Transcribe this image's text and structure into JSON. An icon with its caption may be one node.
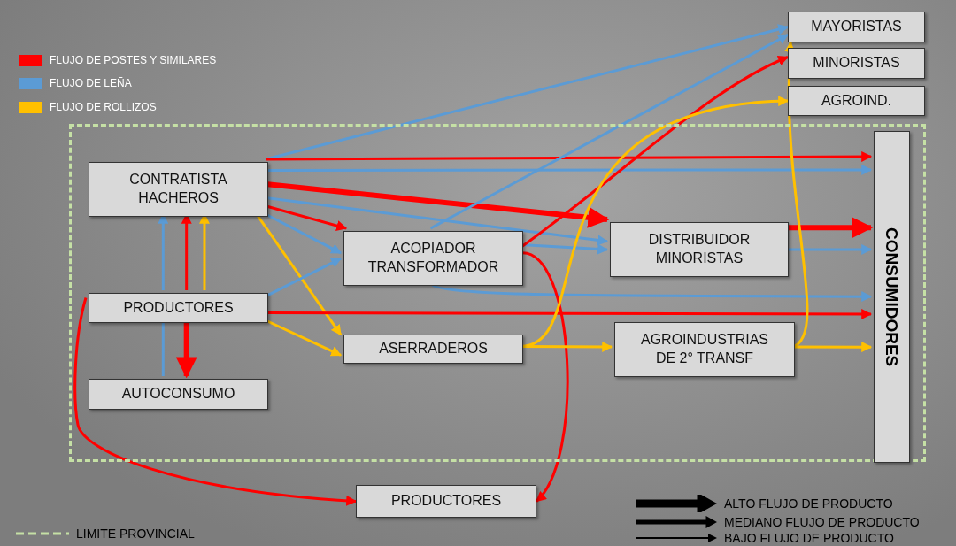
{
  "diagram": {
    "nodes": [
      {
        "text": [],
        "shape": "box"
      },
      {
        "text": [
          "CONTRATISTA HACHEROS"
        ],
        "in": 0
      },
      {
        "text": [
          "ACOPIADOR TRANSFORMADOR"
        ],
        "in": 0
      },
      {
        "text": [
          "DISTRIBUIDOR MINORISTAS"
        ],
        "in": 0
      },
      {
        "text": [
          "CONSUMIDORES"
        ],
        "in": 0
      },
      {
        "text": [
          "PRODUCTORES"
        ],
        "in": 0
      },
      {
        "text": [
          "ASERRADEROS"
        ],
        "in": 0
      },
      {
        "text": [
          "AGROINDUSTRIAS DE 2° TRANSF"
        ],
        "in": 0
      },
      {
        "text": [
          "AUTOCONSUMO"
        ],
        "in": 0
      },
      {
        "text": [
          "MAYORISTAS"
        ]
      },
      {
        "text": [
          "MINORISTAS"
        ]
      },
      {
        "text": [
          "AGROIND."
        ]
      },
      {
        "text": [
          "PRODUCTORES"
        ]
      }
    ],
    "edges": [
      {
        "from": 1,
        "to": 9,
        "arrow": "to"
      },
      {
        "from": 1,
        "to": 4,
        "arrow": "to",
        "color": "#ff0000"
      },
      {
        "from": 1,
        "to": 4,
        "arrow": "to"
      },
      {
        "from": 1,
        "to": 3,
        "arrow": "to",
        "color": "#ff0000",
        "style": "thick"
      },
      {
        "from": 1,
        "to": 3,
        "arrow": "to"
      },
      {
        "from": 1,
        "to": 2,
        "arrow": "to",
        "color": "#ff0000"
      },
      {
        "from": 1,
        "to": 2,
        "arrow": "to"
      },
      {
        "from": 1,
        "to": 6,
        "arrow": "to",
        "color": "#ffc000"
      },
      {
        "from": 5,
        "to": 1,
        "arrow": "to"
      },
      {
        "from": 5,
        "to": 1,
        "arrow": "to",
        "color": "#ff0000"
      },
      {
        "from": 5,
        "to": 1,
        "arrow": "to",
        "color": "#ffc000"
      },
      {
        "from": 5,
        "to": 8,
        "arrow": "to",
        "color": "#ff0000",
        "style": "thick"
      },
      {
        "from": 8,
        "to": 5,
        "arrow": "none"
      },
      {
        "from": 5,
        "to": 2,
        "arrow": "to"
      },
      {
        "from": 5,
        "to": 4,
        "arrow": "to",
        "color": "#ff0000"
      },
      {
        "from": 5,
        "to": 6,
        "arrow": "to",
        "color": "#ffc000"
      },
      {
        "from": 5,
        "to": 12,
        "arrow": "to",
        "color": "#ff0000"
      },
      {
        "from": 2,
        "to": 9,
        "arrow": "to"
      },
      {
        "from": 2,
        "to": 3,
        "arrow": "to"
      },
      {
        "from": 2,
        "to": 4,
        "arrow": "to"
      },
      {
        "from": 2,
        "to": 10,
        "arrow": "to",
        "color": "#ff0000"
      },
      {
        "from": 2,
        "to": 12,
        "arrow": "to",
        "color": "#ff0000"
      },
      {
        "from": 3,
        "to": 4,
        "arrow": "to",
        "color": "#ff0000",
        "style": "thick"
      },
      {
        "from": 3,
        "to": 4,
        "arrow": "to"
      },
      {
        "from": 6,
        "to": 7,
        "arrow": "to",
        "color": "#ffc000"
      },
      {
        "from": 6,
        "to": 11,
        "arrow": "to",
        "color": "#ffc000"
      },
      {
        "from": 7,
        "to": 4,
        "arrow": "to",
        "color": "#ffc000"
      },
      {
        "from": 7,
        "to": 9,
        "arrow": "to",
        "color": "#ffc000"
      }
    ],
    "legend": [
      {
        "text": "FLUJO DE POSTES Y SIMILARES",
        "color": "#ff0000"
      },
      {
        "text": "FLUJO DE LEÑA",
        "color": "#5b9bd5"
      },
      {
        "text": "FLUJO DE ROLLIZOS",
        "color": "#ffc000"
      },
      {
        "text": "LIMITE PROVINCIAL"
      },
      {
        "text": "ALTO FLUJO DE PRODUCTO"
      },
      {
        "text": "MEDIANO FLUJO DE PRODUCTO"
      },
      {
        "text": "BAJO FLUJO DE PRODUCTO"
      }
    ]
  }
}
